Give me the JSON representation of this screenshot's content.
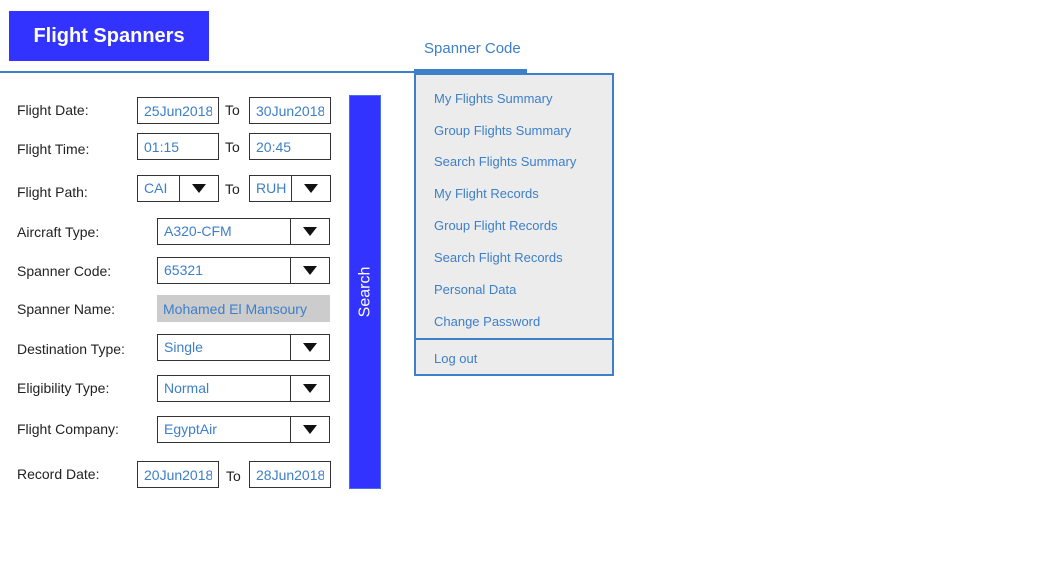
{
  "app": {
    "title": "Flight Spanners"
  },
  "header": {
    "user_tab": "Spanner Code"
  },
  "menu": {
    "items": [
      "My Flights Summary",
      "Group Flights Summary",
      "Search Flights Summary",
      "My Flight Records",
      "Group Flight Records",
      "Search Flight Records",
      "Personal Data",
      "Change Password"
    ],
    "logout": "Log out"
  },
  "form": {
    "to_label": "To",
    "flight_date": {
      "label": "Flight Date:",
      "from": "25Jun2018",
      "to": "30Jun2018"
    },
    "flight_time": {
      "label": "Flight Time:",
      "from": "01:15",
      "to": "20:45"
    },
    "flight_path": {
      "label": "Flight Path:",
      "from": "CAI",
      "to": "RUH"
    },
    "aircraft_type": {
      "label": "Aircraft Type:",
      "value": "A320-CFM"
    },
    "spanner_code": {
      "label": "Spanner Code:",
      "value": "65321"
    },
    "spanner_name": {
      "label": "Spanner Name:",
      "value": "Mohamed El Mansoury"
    },
    "destination_type": {
      "label": "Destination Type:",
      "value": "Single"
    },
    "eligibility_type": {
      "label": "Eligibility Type:",
      "value": "Normal"
    },
    "flight_company": {
      "label": "Flight Company:",
      "value": "EgyptAir"
    },
    "record_date": {
      "label": "Record Date:",
      "from": "20Jun2018",
      "to": "28Jun2018"
    }
  },
  "search_button": {
    "label": "Search"
  },
  "colors": {
    "brand": "#3333ff",
    "accent": "#3d7fc9",
    "menu_bg": "#ececec"
  }
}
